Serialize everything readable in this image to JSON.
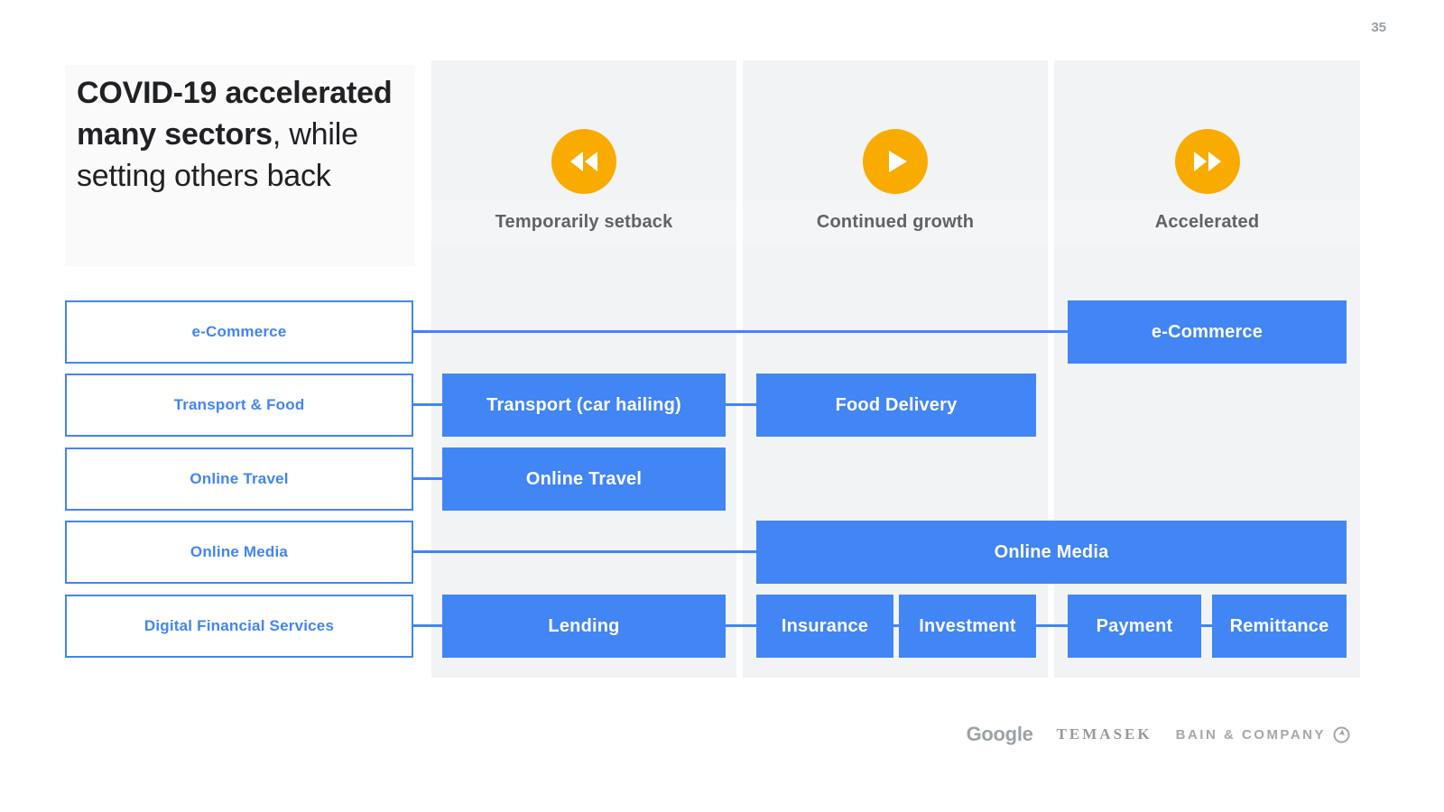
{
  "page_number": "35",
  "title": {
    "bold": "COVID-19 accelerated many sectors",
    "regular": ", while setting others back"
  },
  "columns": [
    {
      "label": "Temporarily setback",
      "icon": "rewind-icon"
    },
    {
      "label": "Continued growth",
      "icon": "play-icon"
    },
    {
      "label": "Accelerated",
      "icon": "fast-forward-icon"
    }
  ],
  "sectors": [
    {
      "label": "e-Commerce"
    },
    {
      "label": "Transport & Food"
    },
    {
      "label": "Online Travel"
    },
    {
      "label": "Online Media"
    },
    {
      "label": "Digital Financial Services"
    }
  ],
  "cells": [
    {
      "label": "e-Commerce",
      "row": "e-Commerce",
      "column": "Accelerated"
    },
    {
      "label": "Transport (car hailing)",
      "row": "Transport & Food",
      "column": "Temporarily setback"
    },
    {
      "label": "Food Delivery",
      "row": "Transport & Food",
      "column": "Continued growth"
    },
    {
      "label": "Online Travel",
      "row": "Online Travel",
      "column": "Temporarily setback"
    },
    {
      "label": "Online Media",
      "row": "Online Media",
      "column": "Continued growth + Accelerated"
    },
    {
      "label": "Lending",
      "row": "Digital Financial Services",
      "column": "Temporarily setback"
    },
    {
      "label": "Insurance",
      "row": "Digital Financial Services",
      "column": "Continued growth"
    },
    {
      "label": "Investment",
      "row": "Digital Financial Services",
      "column": "Continued growth"
    },
    {
      "label": "Payment",
      "row": "Digital Financial Services",
      "column": "Accelerated"
    },
    {
      "label": "Remittance",
      "row": "Digital Financial Services",
      "column": "Accelerated"
    }
  ],
  "footer": {
    "logos": [
      {
        "name": "Google"
      },
      {
        "name": "TEMASEK"
      },
      {
        "name": "BAIN & COMPANY"
      }
    ]
  },
  "colors": {
    "accent_blue": "#4285F4",
    "icon_orange": "#F9AB00",
    "column_gray": "#F1F3F4",
    "header_text_gray": "#5F6368",
    "footer_gray": "#9AA0A6",
    "title_text": "#202124"
  }
}
